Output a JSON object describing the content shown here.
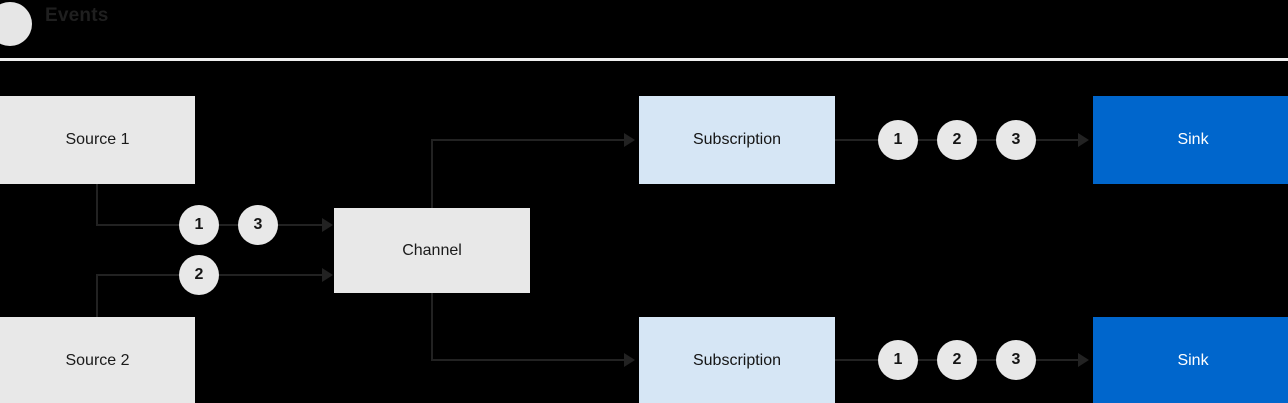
{
  "header": {
    "badge_icon": "circle-icon",
    "title": "Events"
  },
  "colors": {
    "background": "#000000",
    "box_gray": "#E8E8E8",
    "box_subscription": "#D6E6F5",
    "box_sink": "#0066CC",
    "sink_text": "#FFFFFF",
    "line": "#222222",
    "token_fill": "#E8E8E8",
    "divider": "#EFEFEF"
  },
  "diagram": {
    "sources": [
      {
        "label": "Source 1"
      },
      {
        "label": "Source 2"
      }
    ],
    "channel": {
      "label": "Channel"
    },
    "subscriptions": [
      {
        "label": "Subscription"
      },
      {
        "label": "Subscription"
      }
    ],
    "sinks": [
      {
        "label": "Sink"
      },
      {
        "label": "Sink"
      }
    ],
    "ingress_tokens": {
      "source1_line": [
        "1",
        "3"
      ],
      "source2_line": [
        "2"
      ]
    },
    "egress_tokens": {
      "subscription_top": [
        "1",
        "2",
        "3"
      ],
      "subscription_bottom": [
        "1",
        "2",
        "3"
      ]
    }
  }
}
